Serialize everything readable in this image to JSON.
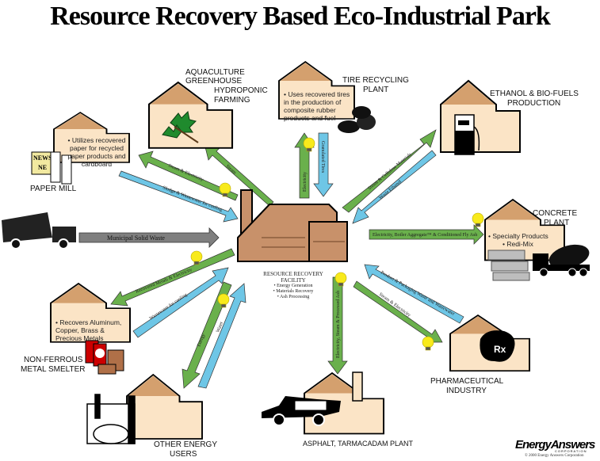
{
  "title": "Resource Recovery Based Eco-Industrial Park",
  "colors": {
    "energy_arrow": "#6ab04c",
    "waste_arrow": "#6ec6e6",
    "msw_arrow": "#7f7f7f",
    "building_wall": "#fbe4c6",
    "building_roof": "#d4a06e",
    "facility": "#c8916a",
    "bulb": "#f8ea1c"
  },
  "facility": {
    "name_line1": "RESOURCE RECOVERY",
    "name_line2": "FACILITY",
    "bullets": [
      "• Energy Generation",
      "• Materials Recovery",
      "• Ash Processing"
    ]
  },
  "plants": {
    "paper_mill": {
      "label": "PAPER MILL",
      "desc": "• Utilizes recovered paper for recycled paper products and cardboard"
    },
    "aquaculture": {
      "label_lines": [
        "AQUACULTURE",
        "GREENHOUSE",
        "HYDROPONIC",
        "FARMING"
      ]
    },
    "tire": {
      "label_lines": [
        "TIRE RECYCLING",
        "PLANT"
      ],
      "desc": "• Uses recovered tires in the production of composite rubber products and fuel"
    },
    "ethanol": {
      "label_lines": [
        "ETHANOL & BIO-FUELS",
        "PRODUCTION"
      ]
    },
    "concrete": {
      "label_lines": [
        "CONCRETE",
        "PLANT"
      ],
      "bullets": [
        "• Specialty Products",
        "• Redi-Mix"
      ]
    },
    "pharma": {
      "label_lines": [
        "PHARMACEUTICAL",
        "INDUSTRY"
      ]
    },
    "asphalt": {
      "label": "ASPHALT, TARMACADAM PLANT"
    },
    "energy_users": {
      "label_lines": [
        "OTHER ENERGY",
        "USERS"
      ]
    },
    "smelter": {
      "label_lines": [
        "NON-FERROUS",
        "METAL SMELTER"
      ],
      "desc": "• Recovers Aluminum, Copper, Brass & Precious Metals"
    }
  },
  "flows": {
    "paper_steam": "Steam & Electricity",
    "paper_sludge": "Sludge & Wastewater for cooling",
    "aqua_steam": "Steam",
    "tire_electricity": "Electricity",
    "tire_scrap": "Granulated Tires",
    "ethanol_steam": "Steam & Cellulose Materials",
    "ethanol_waste": "Waste Ethanol",
    "concrete": "Electricity, Boiler Aggregate™ & Conditioned Fly Ash",
    "pharma_waste": "Product & Packaging Waste and Wastewater",
    "pharma_steam": "Steam & Electricity",
    "asphalt": "Electricity, Steam & Processed Ash",
    "energy_energy": "Energy",
    "energy_water": "Water",
    "smelter_metals": "Recovered Metals & Electricity",
    "smelter_water": "Wastewater for cooling",
    "msw": "Municipal Solid Waste"
  },
  "footer": {
    "logo": "EnergyAnswers",
    "logo_sub": "CORPORATION",
    "copyright": "© 2000 Energy Answers Corporation"
  }
}
